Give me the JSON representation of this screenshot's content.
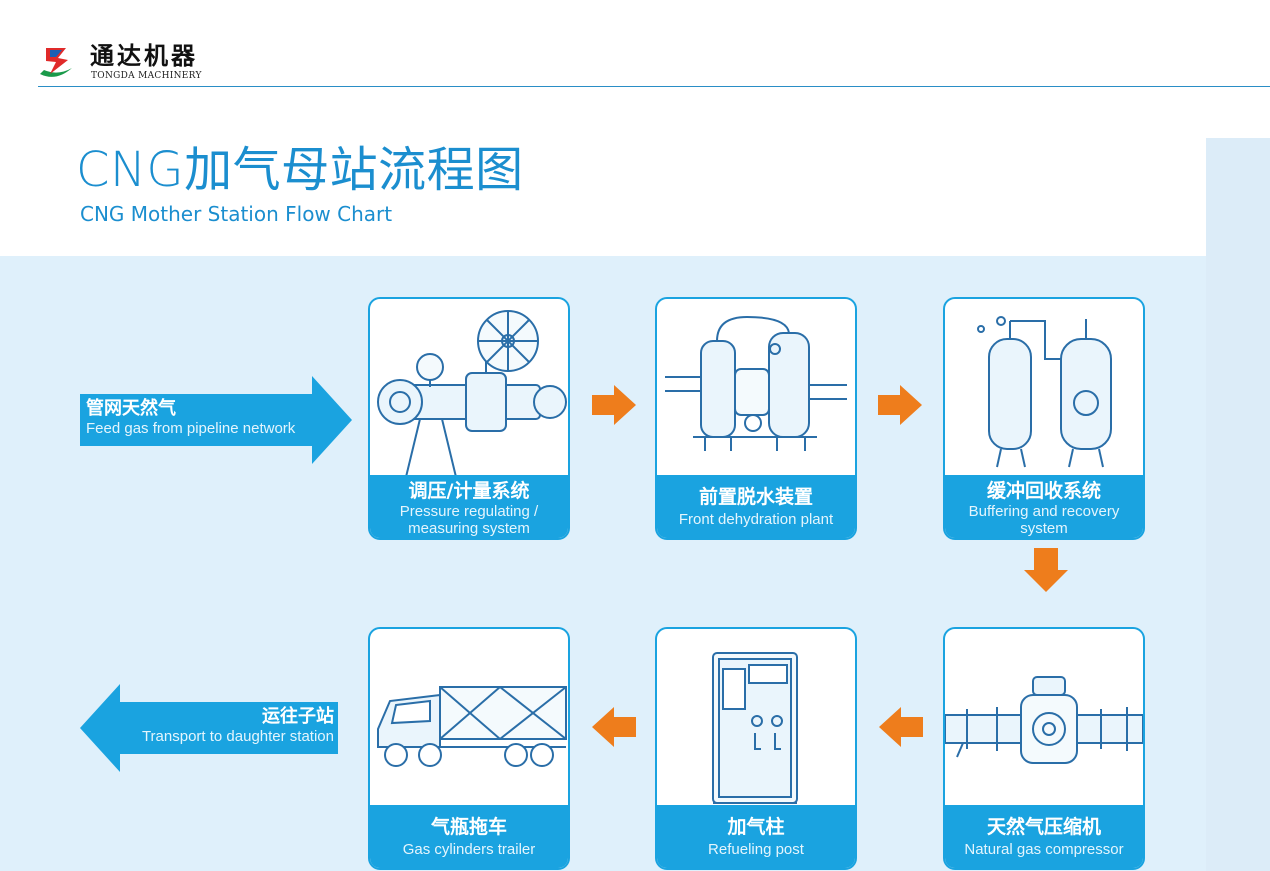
{
  "logo": {
    "name_cn": "通达机器",
    "name_en": "TONGDA MACHINERY"
  },
  "title": {
    "cn": "CNG加气母站流程图",
    "en": "CNG Mother Station Flow Chart"
  },
  "input": {
    "cn": "管网天然气",
    "en": "Feed gas from pipeline network"
  },
  "output": {
    "cn": "运往子站",
    "en": "Transport to daughter station"
  },
  "steps": [
    {
      "cn": "调压/计量系统",
      "en": "Pressure regulating / measuring system",
      "en_lines": [
        "Pressure regulating /",
        "measuring system"
      ],
      "illustration": "valve-pipeline-icon"
    },
    {
      "cn": "前置脱水装置",
      "en": "Front dehydration plant",
      "en_lines": [
        "Front dehydration plant"
      ],
      "illustration": "dehydration-unit-icon"
    },
    {
      "cn": "缓冲回收系统",
      "en": "Buffering and recovery system",
      "en_lines": [
        "Buffering and recovery",
        "system"
      ],
      "illustration": "buffer-tanks-icon"
    },
    {
      "cn": "天然气压缩机",
      "en": "Natural gas compressor",
      "en_lines": [
        "Natural gas compressor"
      ],
      "illustration": "compressor-icon"
    },
    {
      "cn": "加气柱",
      "en": "Refueling post",
      "en_lines": [
        "Refueling post"
      ],
      "illustration": "refueling-post-icon"
    },
    {
      "cn": "气瓶拖车",
      "en": "Gas cylinders trailer",
      "en_lines": [
        "Gas cylinders trailer"
      ],
      "illustration": "tube-trailer-icon"
    }
  ],
  "colors": {
    "accent": "#1aa3e0",
    "title": "#1b8ecf",
    "arrow": "#ee7d1c",
    "background": "#dff0fb"
  }
}
